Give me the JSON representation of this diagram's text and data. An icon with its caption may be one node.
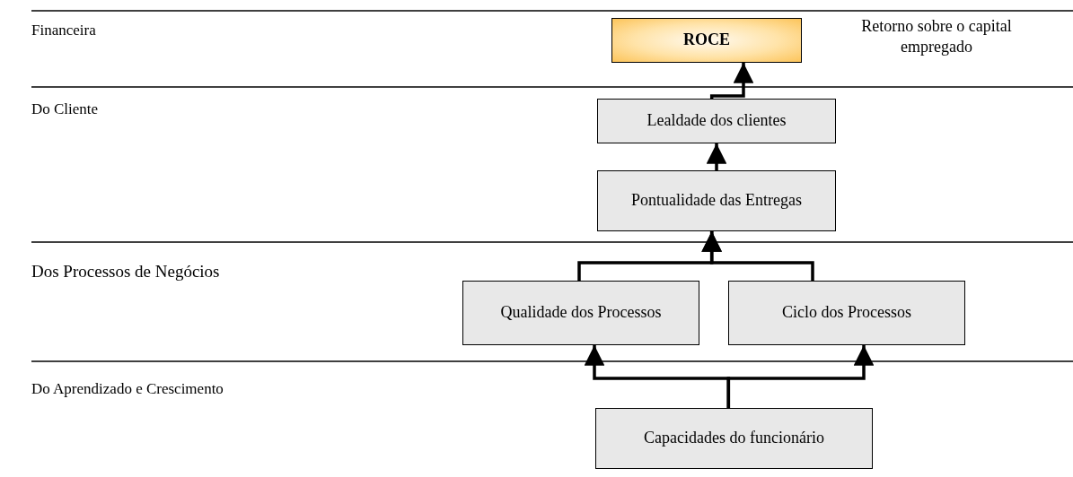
{
  "diagram": {
    "nodes": [
      {
        "text": [
          "ROCE"
        ],
        "beside": [
          "Retorno sobre o capital empregado"
        ]
      },
      {
        "text": [
          "Lealdade dos clientes"
        ]
      },
      {
        "text": [
          "Pontualidade das Entregas"
        ]
      },
      {
        "text": [
          "Qualidade dos Processos"
        ]
      },
      {
        "text": [
          "Ciclo dos Processos"
        ]
      },
      {
        "text": [
          "Capacidades do funcionário"
        ]
      }
    ],
    "edges": [
      {
        "from": 1,
        "to": 0,
        "arrow": "to"
      },
      {
        "from": 2,
        "to": 1,
        "arrow": "to"
      },
      {
        "from": 3,
        "to": 2,
        "arrow": "to"
      },
      {
        "from": 4,
        "to": 2,
        "arrow": "to"
      },
      {
        "from": 5,
        "to": 3,
        "arrow": "to"
      },
      {
        "from": 5,
        "to": 4,
        "arrow": "to"
      }
    ],
    "labels": [
      "Financeira",
      "Do Cliente",
      "Dos Processos de Negócios",
      "Do Aprendizado e Crescimento"
    ]
  }
}
